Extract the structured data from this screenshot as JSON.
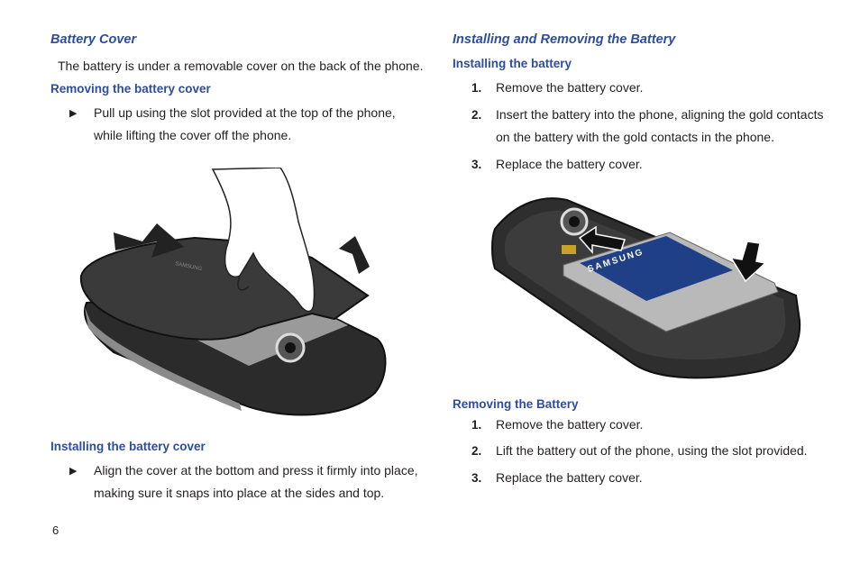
{
  "left": {
    "battery_cover_title": "Battery Cover",
    "battery_cover_text": "The battery is under a removable cover on the back of the phone.",
    "removing_title": "Removing the battery cover",
    "removing_bullet_line1": "Pull up using the slot provided at the top of the phone,",
    "removing_bullet_line2": "while lifting the cover off the phone.",
    "installing_cover_title": "Installing the battery cover",
    "installing_bullet_line1": "Align the cover at the bottom and press it firmly into place,",
    "installing_bullet_line2": "making sure it snaps into place at the sides and top.",
    "bullet_glyph": "▶",
    "cover_logo": "SAMSUNG"
  },
  "right": {
    "title": "Installing and Removing the Battery",
    "installing_title": "Installing the battery",
    "installing_steps": [
      {
        "num": "1.",
        "line1": "Remove the battery cover.",
        "line2": ""
      },
      {
        "num": "2.",
        "line1": "Insert the battery into the phone, aligning the gold contacts",
        "line2": "on the battery with the gold contacts in the phone."
      },
      {
        "num": "3.",
        "line1": "Replace the battery cover.",
        "line2": ""
      }
    ],
    "removing_title": "Removing the Battery",
    "removing_steps": [
      {
        "num": "1.",
        "line1": "Remove the battery cover."
      },
      {
        "num": "2.",
        "line1": "Lift the battery out of the phone, using the slot provided."
      },
      {
        "num": "3.",
        "line1": "Replace the battery cover."
      }
    ],
    "battery_logo": "SAMSUNG"
  },
  "footer": {
    "page_number": "6"
  }
}
